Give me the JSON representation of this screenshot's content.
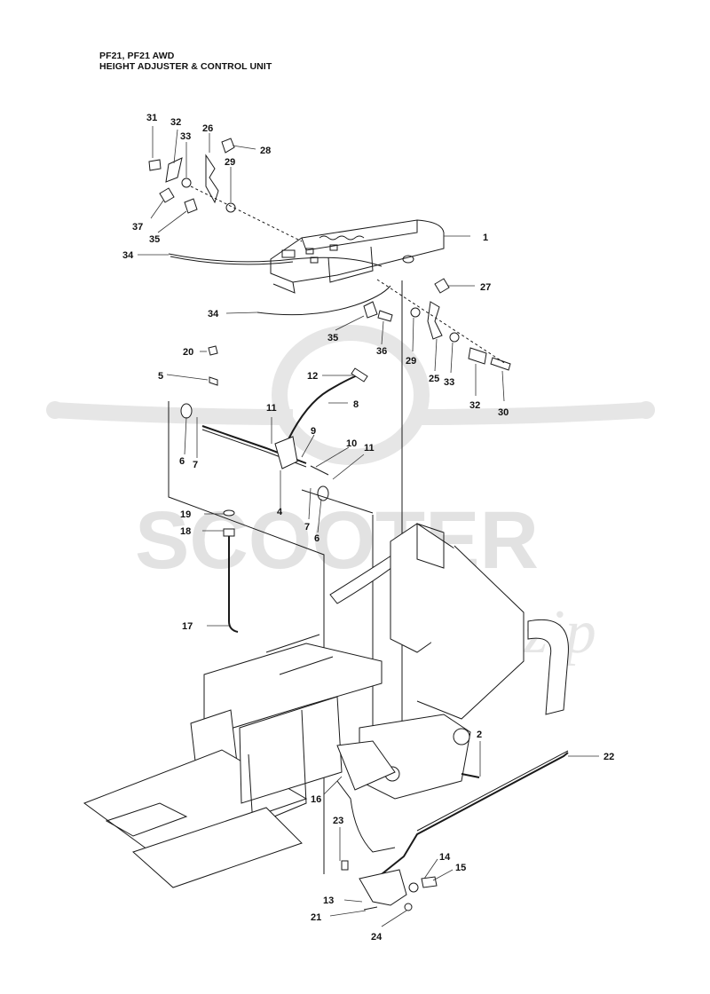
{
  "title_line1": "PF21, PF21 AWD",
  "title_line2": "HEIGHT ADJUSTER & CONTROL UNIT",
  "watermark": {
    "brand": "SCOOTER",
    "script": "zip"
  },
  "callouts": [
    {
      "id": "31",
      "label": "31"
    },
    {
      "id": "32a",
      "label": "32"
    },
    {
      "id": "33a",
      "label": "33"
    },
    {
      "id": "26",
      "label": "26"
    },
    {
      "id": "28",
      "label": "28"
    },
    {
      "id": "29a",
      "label": "29"
    },
    {
      "id": "37",
      "label": "37"
    },
    {
      "id": "35a",
      "label": "35"
    },
    {
      "id": "1",
      "label": "1"
    },
    {
      "id": "34a",
      "label": "34"
    },
    {
      "id": "27",
      "label": "27"
    },
    {
      "id": "34b",
      "label": "34"
    },
    {
      "id": "35b",
      "label": "35"
    },
    {
      "id": "36",
      "label": "36"
    },
    {
      "id": "29b",
      "label": "29"
    },
    {
      "id": "25",
      "label": "25"
    },
    {
      "id": "33b",
      "label": "33"
    },
    {
      "id": "32b",
      "label": "32"
    },
    {
      "id": "30",
      "label": "30"
    },
    {
      "id": "20",
      "label": "20"
    },
    {
      "id": "5",
      "label": "5"
    },
    {
      "id": "12",
      "label": "12"
    },
    {
      "id": "8",
      "label": "8"
    },
    {
      "id": "11a",
      "label": "11"
    },
    {
      "id": "9",
      "label": "9"
    },
    {
      "id": "10",
      "label": "10"
    },
    {
      "id": "11b",
      "label": "11"
    },
    {
      "id": "6a",
      "label": "6"
    },
    {
      "id": "7a",
      "label": "7"
    },
    {
      "id": "4",
      "label": "4"
    },
    {
      "id": "7b",
      "label": "7"
    },
    {
      "id": "6b",
      "label": "6"
    },
    {
      "id": "19",
      "label": "19"
    },
    {
      "id": "18",
      "label": "18"
    },
    {
      "id": "17",
      "label": "17"
    },
    {
      "id": "2",
      "label": "2"
    },
    {
      "id": "22",
      "label": "22"
    },
    {
      "id": "16",
      "label": "16"
    },
    {
      "id": "23",
      "label": "23"
    },
    {
      "id": "14",
      "label": "14"
    },
    {
      "id": "15",
      "label": "15"
    },
    {
      "id": "13",
      "label": "13"
    },
    {
      "id": "21",
      "label": "21"
    },
    {
      "id": "24",
      "label": "24"
    }
  ]
}
